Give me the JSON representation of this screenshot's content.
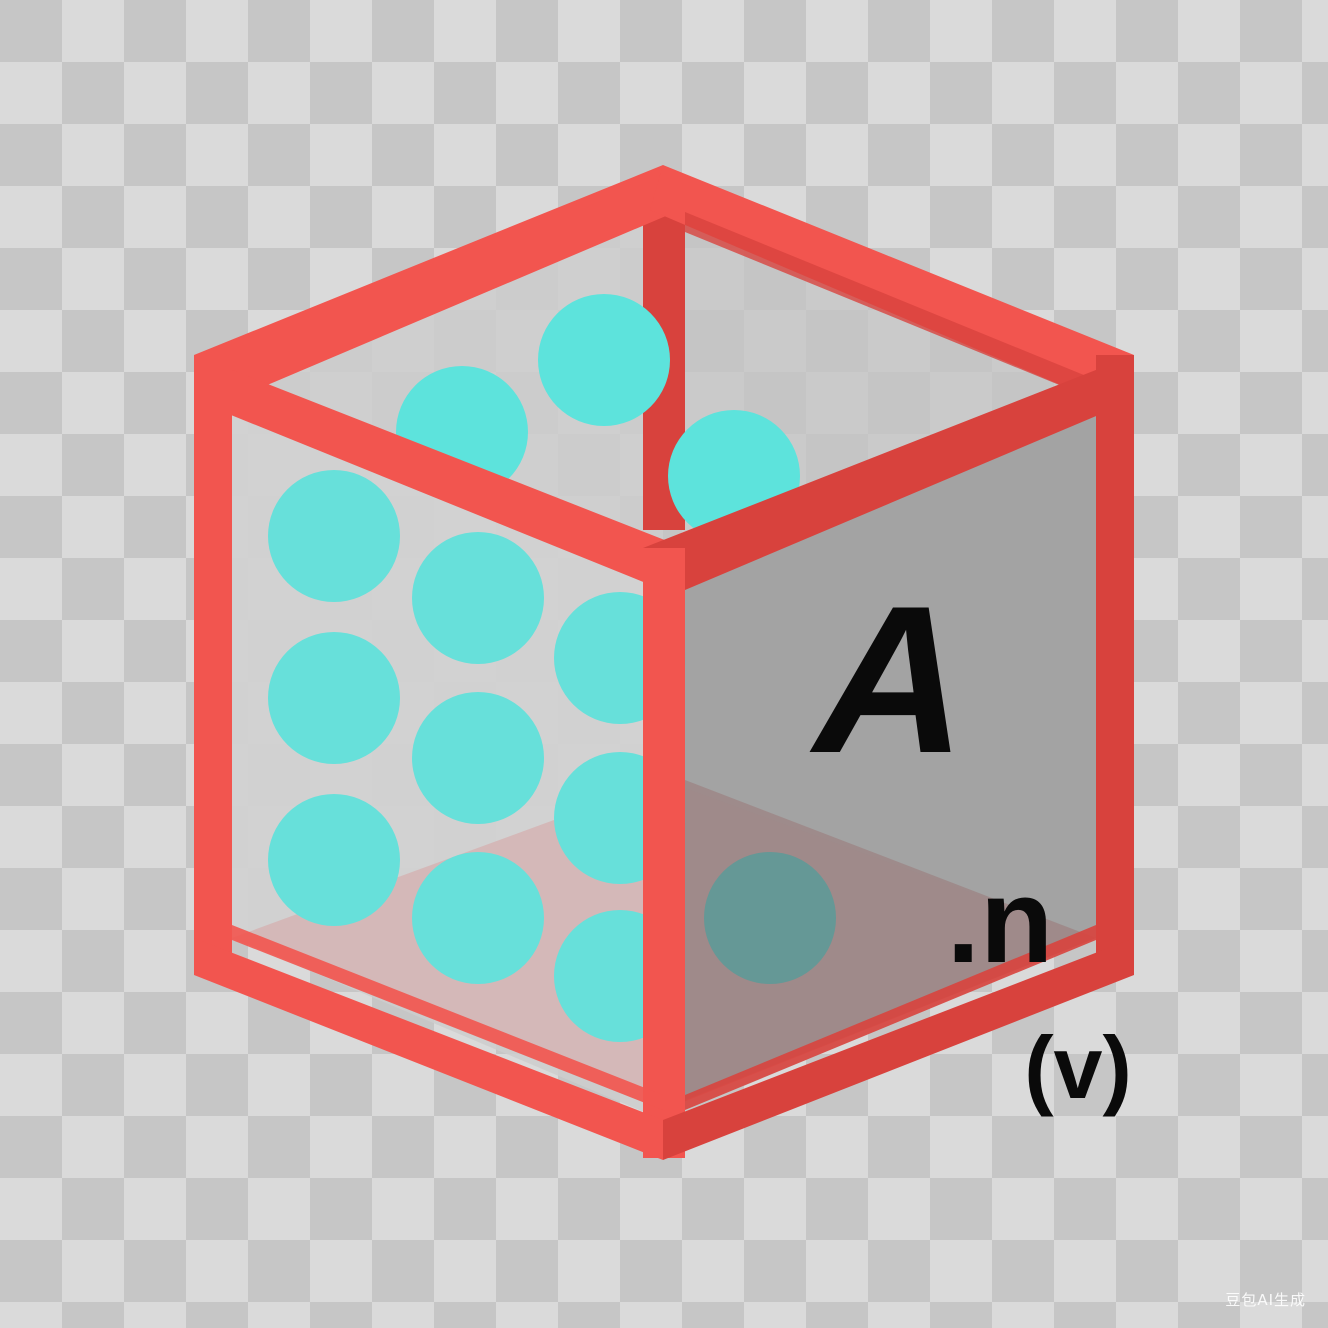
{
  "diagram": {
    "face_label": "A",
    "corner_label": ".n",
    "unit_label": "(v)"
  },
  "colors": {
    "frame": "#f2554f",
    "frame_dark": "#d8423d",
    "sphere": "#5de3dc",
    "glass": "#cfcfcf",
    "floor": "#d48a8a",
    "right_face": "#a3a3a3",
    "checker_light": "#dadada",
    "checker_dark": "#c6c6c6"
  },
  "icons": {
    "sphere": "teal-sphere-icon",
    "container": "transparent-cube-icon"
  },
  "watermark": "豆包AI生成"
}
